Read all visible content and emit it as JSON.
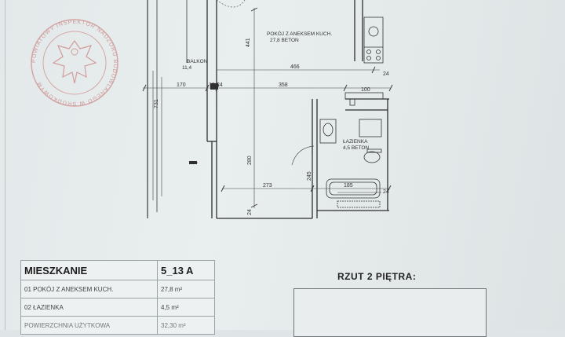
{
  "stamp": {
    "text": "POWIATOWY INSPEKTOR NADZORU BUDOWLANEGO W ŚRODKOWYM"
  },
  "plan": {
    "rooms": {
      "living": {
        "name": "POKÓJ Z ANEKSEM KUCH.",
        "area": "27,8 BETON"
      },
      "balcony": {
        "name": "BALKON",
        "area": "11,4"
      },
      "bathroom": {
        "name": "ŁAZIENKA",
        "area": "4,5 BETON"
      }
    },
    "dimensions": {
      "d441": "441",
      "d466": "466",
      "d24a": "24",
      "d170": "170",
      "d18": "18",
      "d24b": "24",
      "d358": "358",
      "d100": "100",
      "d731": "731",
      "d280": "280",
      "d245": "245",
      "d273": "273",
      "d185": "185",
      "d24c": "24",
      "d24d": "24"
    }
  },
  "table": {
    "title": "MIESZKANIE",
    "code": "5_13 A",
    "rows": [
      {
        "label": "01 POKÓJ Z ANEKSEM KUCH.",
        "value": "27,8 m²"
      },
      {
        "label": "02 ŁAZIENKA",
        "value": "4,5 m²"
      },
      {
        "label": "POWIERZCHNIA UŻYTKOWA",
        "value": "32,30 m²"
      }
    ]
  },
  "floor_plan_title": "RZUT 2 PIĘTRA:"
}
